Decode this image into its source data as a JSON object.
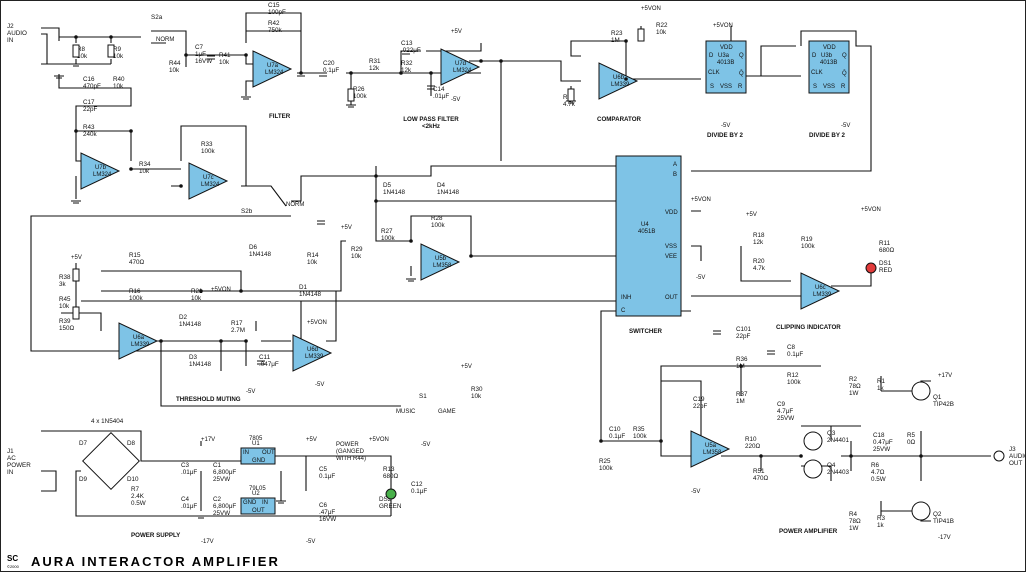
{
  "title": "AURA INTERACTOR AMPLIFIER",
  "logo": {
    "text": "SC",
    "sub": "©2000"
  },
  "colors": {
    "chip": "#7ec3e6",
    "wire": "#111111",
    "led_red": "#e23b3b",
    "led_green": "#48b04a"
  },
  "section_labels": {
    "filter": "FILTER",
    "lowpass": [
      "LOW PASS FILTER",
      "<2kHz"
    ],
    "comparator": "COMPARATOR",
    "divide1": "DIVIDE BY 2",
    "divide2": "DIVIDE BY 2",
    "switcher": "SWITCHER",
    "clipping": "CLIPPING INDICATOR",
    "threshold": "THRESHOLD MUTING",
    "power_supply": "POWER SUPPLY",
    "power_amp": "POWER AMPLIFIER",
    "music": "MUSIC",
    "game": "GAME",
    "norm1": "NORM",
    "norm2": "NORM",
    "power_switch": [
      "POWER",
      "(GANGED",
      "WITH R44)"
    ]
  },
  "connectors": {
    "j2": [
      "J2",
      "AUDIO",
      "IN"
    ],
    "j1": [
      "J1",
      "AC",
      "POWER",
      "IN"
    ],
    "j3": [
      "J3",
      "AUDIO",
      "OUT"
    ]
  },
  "ics": {
    "u7a": [
      "U7a",
      "LM324"
    ],
    "u7d": [
      "U7d",
      "LM324"
    ],
    "u7b": [
      "U7b",
      "LM324"
    ],
    "u7c": [
      "U7c",
      "LM324"
    ],
    "u6b": [
      "U6b",
      "LM339"
    ],
    "u3a": [
      "U3a",
      "4013B"
    ],
    "u3b": [
      "U3b",
      "4013B"
    ],
    "u4": [
      "U4",
      "4051B"
    ],
    "u5b": [
      "U5b",
      "LM358"
    ],
    "u6a": [
      "U6a",
      "LM339"
    ],
    "u6d": [
      "U6d",
      "LM339"
    ],
    "u6c": [
      "U6c",
      "LM339"
    ],
    "u5a": [
      "U5a",
      "LM358"
    ],
    "u1": [
      "U1",
      "7805",
      "IN",
      "OUT",
      "GND"
    ],
    "u2": [
      "U2",
      "79L05",
      "GND",
      "IN",
      "OUT"
    ]
  },
  "flipflop_pins": {
    "vdd": "VDD",
    "vss": "VSS",
    "d": "D",
    "q": "Q",
    "qb": "Q̄",
    "clk": "CLK",
    "s": "S",
    "r": "R"
  },
  "switcher_pins": {
    "a": "A",
    "b": "B",
    "vdd": "VDD",
    "vss": "VSS",
    "vee": "VEE",
    "inh": "INH",
    "c": "C",
    "out": "OUT"
  },
  "rails": {
    "p5": "+5V",
    "n5": "-5V",
    "p5von": "+5VON",
    "p17": "+17V",
    "n17": "-17V"
  },
  "components": [
    {
      "id": "r8",
      "t": [
        "R8",
        "10k"
      ]
    },
    {
      "id": "r9",
      "t": [
        "R9",
        "10k"
      ]
    },
    {
      "id": "c7",
      "t": [
        "C7",
        "1μF",
        "16VW"
      ]
    },
    {
      "id": "r44",
      "t": [
        "R44",
        "10k"
      ]
    },
    {
      "id": "r41",
      "t": [
        "R41",
        "10k"
      ]
    },
    {
      "id": "c15",
      "t": [
        "C15",
        "100pF"
      ]
    },
    {
      "id": "r42",
      "t": [
        "R42",
        "750k"
      ]
    },
    {
      "id": "c20",
      "t": [
        "C20",
        "0.1μF"
      ]
    },
    {
      "id": "r26",
      "t": [
        "R26",
        "100k"
      ]
    },
    {
      "id": "r31",
      "t": [
        "R31",
        "12k"
      ]
    },
    {
      "id": "c13",
      "t": [
        "C13",
        ".022μF"
      ]
    },
    {
      "id": "r32",
      "t": [
        "R32",
        "12k"
      ]
    },
    {
      "id": "c14",
      "t": [
        "C14",
        ".01μF"
      ]
    },
    {
      "id": "r23",
      "t": [
        "R23",
        "1M"
      ]
    },
    {
      "id": "r22",
      "t": [
        "R22",
        "10k"
      ]
    },
    {
      "id": "r24",
      "t": [
        "R24",
        "4.7k"
      ]
    },
    {
      "id": "c16",
      "t": [
        "C16",
        "470pF"
      ]
    },
    {
      "id": "r40",
      "t": [
        "R40",
        "10k"
      ]
    },
    {
      "id": "c17",
      "t": [
        "C17",
        "22pF"
      ]
    },
    {
      "id": "r43",
      "t": [
        "R43",
        "240k"
      ]
    },
    {
      "id": "r33",
      "t": [
        "R33",
        "100k"
      ]
    },
    {
      "id": "r34",
      "t": [
        "R34",
        "10k"
      ]
    },
    {
      "id": "d5",
      "t": [
        "D5",
        "1N4148"
      ]
    },
    {
      "id": "d4",
      "t": [
        "D4",
        "1N4148"
      ]
    },
    {
      "id": "r27",
      "t": [
        "R27",
        "100k"
      ]
    },
    {
      "id": "r28",
      "t": [
        "R28",
        "100k"
      ]
    },
    {
      "id": "r15",
      "t": [
        "R15",
        "470Ω"
      ]
    },
    {
      "id": "d6",
      "t": [
        "D6",
        "1N4148"
      ]
    },
    {
      "id": "r14",
      "t": [
        "R14",
        "10k"
      ]
    },
    {
      "id": "r29",
      "t": [
        "R29",
        "10k"
      ]
    },
    {
      "id": "r38",
      "t": [
        "R38",
        "3k"
      ]
    },
    {
      "id": "r16",
      "t": [
        "R16",
        "100k"
      ]
    },
    {
      "id": "r45",
      "t": [
        "R45",
        "10k"
      ]
    },
    {
      "id": "r39",
      "t": [
        "R39",
        "150Ω"
      ]
    },
    {
      "id": "r21",
      "t": [
        "R21",
        "10k"
      ]
    },
    {
      "id": "d1",
      "t": [
        "D1",
        "1N4148"
      ]
    },
    {
      "id": "d2",
      "t": [
        "D2",
        "1N4148"
      ]
    },
    {
      "id": "r17",
      "t": [
        "R17",
        "2.7M"
      ]
    },
    {
      "id": "d3",
      "t": [
        "D3",
        "1N4148"
      ]
    },
    {
      "id": "c11",
      "t": [
        "C11",
        ".047μF"
      ]
    },
    {
      "id": "r18",
      "t": [
        "R18",
        "12k"
      ]
    },
    {
      "id": "r20",
      "t": [
        "R20",
        "4.7k"
      ]
    },
    {
      "id": "r19",
      "t": [
        "R19",
        "100k"
      ]
    },
    {
      "id": "r11",
      "t": [
        "R11",
        "680Ω"
      ]
    },
    {
      "id": "ds1",
      "t": [
        "DS1",
        "RED"
      ]
    },
    {
      "id": "r30",
      "t": [
        "R30",
        "10k"
      ]
    },
    {
      "id": "c101",
      "t": [
        "C101",
        "22pF"
      ]
    },
    {
      "id": "c8",
      "t": [
        "C8",
        "0.1μF"
      ]
    },
    {
      "id": "r36",
      "t": [
        "R36",
        "1M"
      ]
    },
    {
      "id": "r12",
      "t": [
        "R12",
        "100k"
      ]
    },
    {
      "id": "r37",
      "t": [
        "R37",
        "1M"
      ]
    },
    {
      "id": "c9",
      "t": [
        "C9",
        "4.7μF",
        "25VW"
      ]
    },
    {
      "id": "c19",
      "t": [
        "C19",
        "22pF"
      ]
    },
    {
      "id": "c10",
      "t": [
        "C10",
        "0.1μF"
      ]
    },
    {
      "id": "r35",
      "t": [
        "R35",
        "100k"
      ]
    },
    {
      "id": "r25",
      "t": [
        "R25",
        "100k"
      ]
    },
    {
      "id": "r10",
      "t": [
        "R10",
        "220Ω"
      ]
    },
    {
      "id": "r51",
      "t": [
        "R51",
        "470Ω"
      ]
    },
    {
      "id": "r2",
      "t": [
        "R2",
        "78Ω",
        "1W"
      ]
    },
    {
      "id": "r1",
      "t": [
        "R1",
        "1k"
      ]
    },
    {
      "id": "q1",
      "t": [
        "Q1",
        "TIP42B"
      ]
    },
    {
      "id": "q3",
      "t": [
        "Q3",
        "2N4401"
      ]
    },
    {
      "id": "c18",
      "t": [
        "C18",
        "0.47μF",
        "25VW"
      ]
    },
    {
      "id": "r5",
      "t": [
        "R5",
        "0Ω"
      ]
    },
    {
      "id": "q4",
      "t": [
        "Q4",
        "2N4403"
      ]
    },
    {
      "id": "r6",
      "t": [
        "R6",
        "4.7Ω",
        "0.5W"
      ]
    },
    {
      "id": "r4",
      "t": [
        "R4",
        "78Ω",
        "1W"
      ]
    },
    {
      "id": "r3",
      "t": [
        "R3",
        "1k"
      ]
    },
    {
      "id": "q2",
      "t": [
        "Q2",
        "TIP41B"
      ]
    },
    {
      "id": "bridge",
      "t": [
        "4 x 1N5404"
      ]
    },
    {
      "id": "d7",
      "t": [
        "D7"
      ]
    },
    {
      "id": "d8",
      "t": [
        "D8"
      ]
    },
    {
      "id": "d9",
      "t": [
        "D9"
      ]
    },
    {
      "id": "d10",
      "t": [
        "D10"
      ]
    },
    {
      "id": "r7",
      "t": [
        "R7",
        "2.4K",
        "0.5W"
      ]
    },
    {
      "id": "c3",
      "t": [
        "C3",
        ".01μF"
      ]
    },
    {
      "id": "c1",
      "t": [
        "C1",
        "6,800μF",
        "25VW"
      ]
    },
    {
      "id": "c4",
      "t": [
        "C4",
        ".01μF"
      ]
    },
    {
      "id": "c2",
      "t": [
        "C2",
        "6,800μF",
        "25VW"
      ]
    },
    {
      "id": "c5",
      "t": [
        "C5",
        "0.1μF"
      ]
    },
    {
      "id": "c6",
      "t": [
        "C6",
        ".47μF",
        "16VW"
      ]
    },
    {
      "id": "r13",
      "t": [
        "R13",
        "680Ω"
      ]
    },
    {
      "id": "ds2",
      "t": [
        "DS2",
        "GREEN"
      ]
    },
    {
      "id": "c12",
      "t": [
        "C12",
        "0.1μF"
      ]
    },
    {
      "id": "s2a",
      "t": [
        "S2a"
      ]
    },
    {
      "id": "s2b",
      "t": [
        "S2b"
      ]
    },
    {
      "id": "s1",
      "t": [
        "S1"
      ]
    }
  ]
}
